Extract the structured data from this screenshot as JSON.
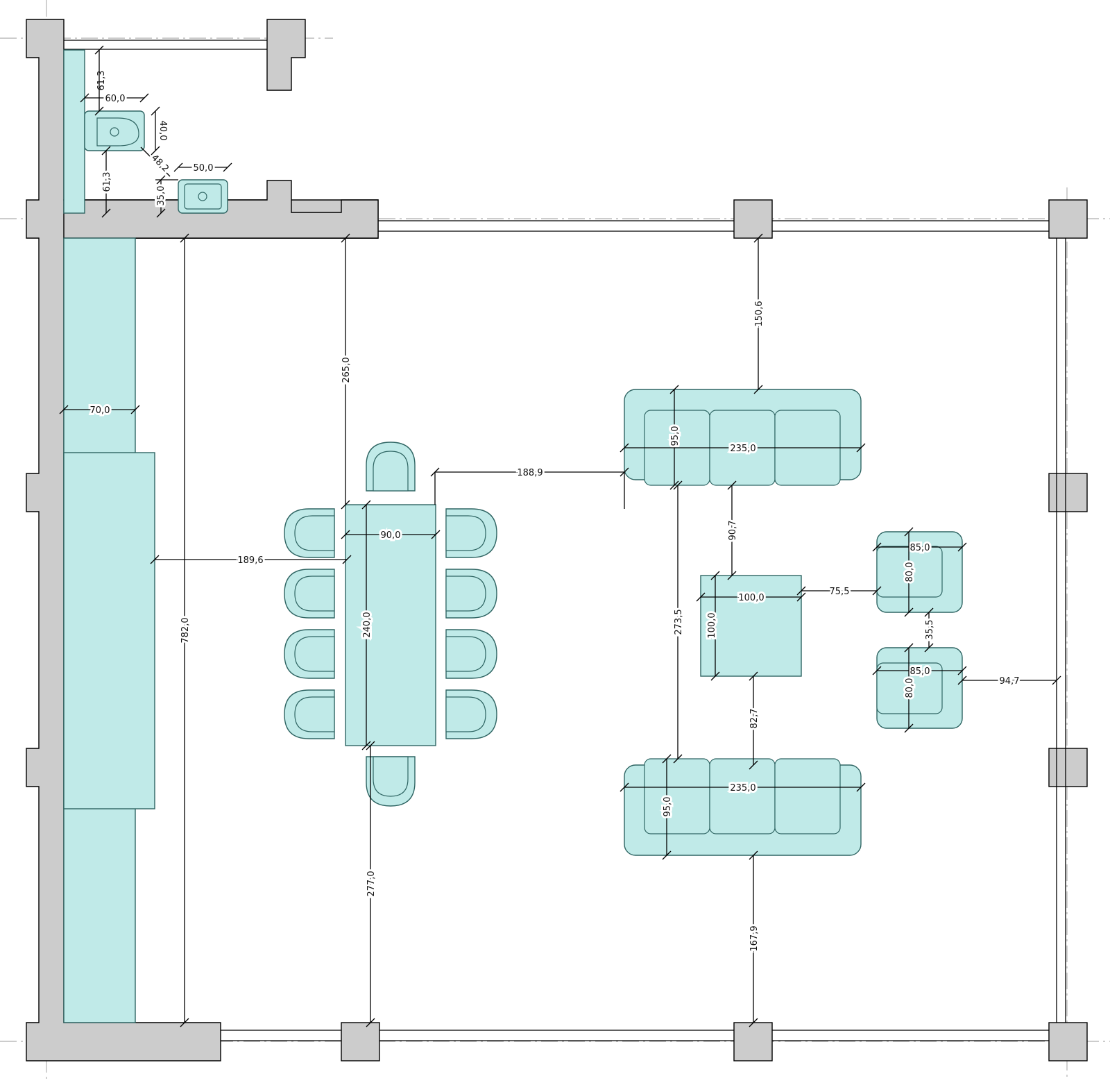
{
  "colors": {
    "wall": "#cccccc",
    "furniture": "#c0eae8",
    "furniture_stroke": "#2f6563",
    "axis": "#9a9a9a"
  },
  "dimensions": {
    "wc_top_clear": "61,3",
    "wc_width": "60,0",
    "wc_depth": "40,0",
    "wc_bottom_clear": "61,3",
    "wc_sink_gap": "48,2",
    "sink_width": "50,0",
    "sink_depth": "35,0",
    "kitchen_depth": "70,0",
    "hall_length_left": "265,0",
    "room_length": "782,0",
    "island_to_table": "189,6",
    "table_width": "90,0",
    "table_length": "240,0",
    "table_to_south": "277,0",
    "table_to_sofa": "188,9",
    "sofa_to_north": "150,6",
    "sofa1_depth": "95,0",
    "sofa1_width": "235,0",
    "sofa_to_coffee": "90,7",
    "sofas_span": "273,5",
    "coffee_width": "100,0",
    "coffee_depth": "100,0",
    "coffee_to_armchair": "75,5",
    "coffee_to_sofa2": "82,7",
    "arm1_width": "85,0",
    "arm1_depth": "80,0",
    "arm_gap": "35,5",
    "arm2_width": "85,0",
    "arm2_depth": "80,0",
    "arm_to_east": "94,7",
    "sofa2_width": "235,0",
    "sofa2_depth": "95,0",
    "sofa2_to_south": "167,9"
  }
}
